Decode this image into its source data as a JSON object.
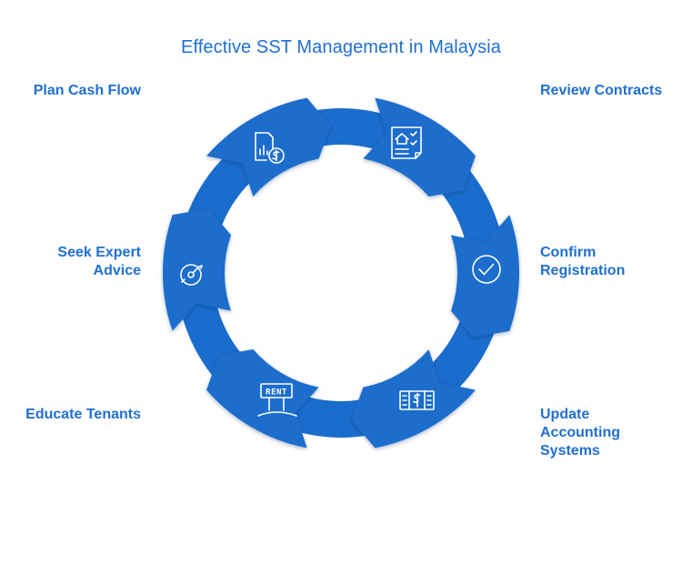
{
  "title": "Effective SST Management in Malaysia",
  "colors": {
    "accent": "#1b6fcb",
    "text": "#1f6fd1",
    "segment": "#1a6dcc",
    "icon": "#ffffff"
  },
  "steps": [
    {
      "label": "Review Contracts",
      "icon": "house-checklist-icon"
    },
    {
      "label": "Confirm Registration",
      "icon": "check-circle-icon"
    },
    {
      "label": "Update Accounting Systems",
      "icon": "dollar-ledger-icon"
    },
    {
      "label": "Educate Tenants",
      "icon": "rent-sign-icon"
    },
    {
      "label": "Seek Expert Advice",
      "icon": "target-compass-icon"
    },
    {
      "label": "Plan Cash Flow",
      "icon": "finance-document-icon"
    }
  ],
  "sign": {
    "text": "RENT"
  }
}
